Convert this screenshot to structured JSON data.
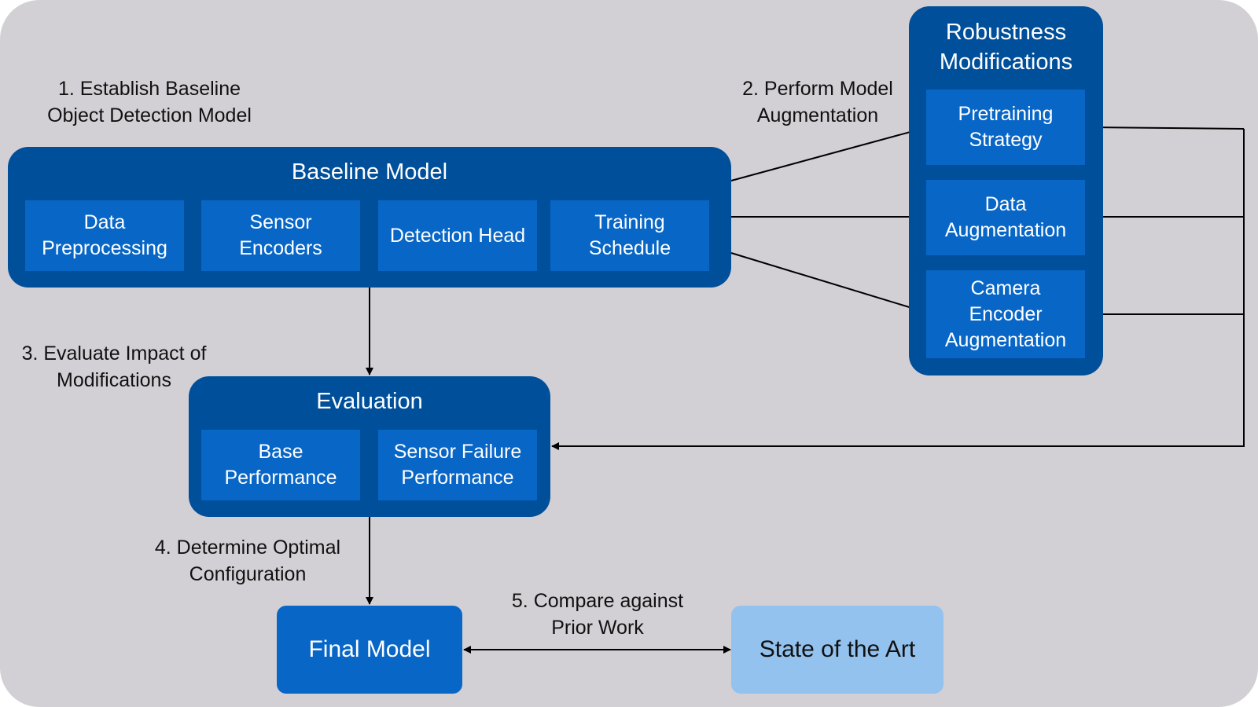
{
  "steps": {
    "establish": "1. Establish Baseline\nObject Detection Model",
    "augment": "2. Perform Model\nAugmentation",
    "evaluate": "3. Evaluate Impact of\nModifications",
    "determine": "4. Determine Optimal\nConfiguration",
    "compare": "5. Compare against\nPrior Work"
  },
  "baseline": {
    "title": "Baseline Model",
    "components": [
      "Data\nPreprocessing",
      "Sensor\nEncoders",
      "Detection Head",
      "Training\nSchedule"
    ]
  },
  "robustness": {
    "title": "Robustness\nModifications",
    "components": [
      "Pretraining\nStrategy",
      "Data\nAugmentation",
      "Camera\nEncoder\nAugmentation"
    ]
  },
  "evaluation": {
    "title": "Evaluation",
    "components": [
      "Base\nPerformance",
      "Sensor Failure\nPerformance"
    ]
  },
  "final_model": "Final Model",
  "state_of_art": "State of the Art",
  "colors": {
    "background": "#d2d0d5",
    "group_fill": "#004f9a",
    "box_fill": "#0866c6",
    "state_of_art_fill": "#94c2ee"
  }
}
